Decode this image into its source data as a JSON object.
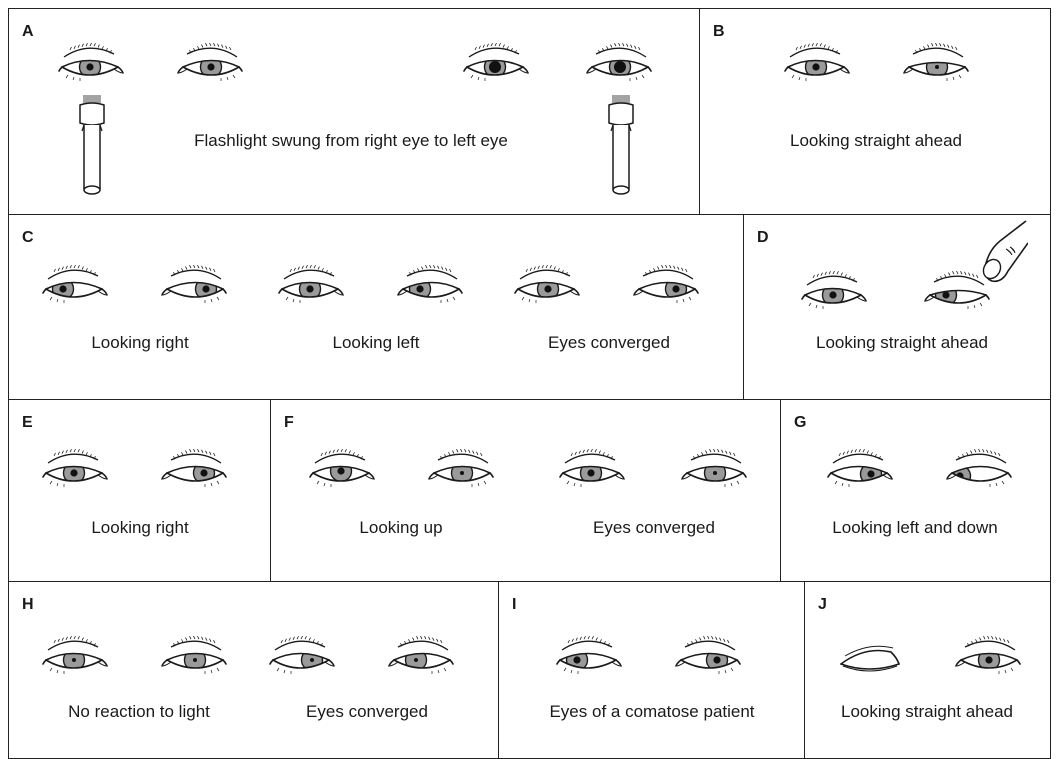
{
  "panels": {
    "A": {
      "letter": "A",
      "captions": [
        "Flashlight swung from right eye to left eye"
      ]
    },
    "B": {
      "letter": "B",
      "captions": [
        "Looking straight ahead"
      ]
    },
    "C": {
      "letter": "C",
      "captions": [
        "Looking right",
        "Looking left",
        "Eyes converged"
      ]
    },
    "D": {
      "letter": "D",
      "captions": [
        "Looking straight ahead"
      ]
    },
    "E": {
      "letter": "E",
      "captions": [
        "Looking right"
      ]
    },
    "F": {
      "letter": "F",
      "captions": [
        "Looking up",
        "Eyes converged"
      ]
    },
    "G": {
      "letter": "G",
      "captions": [
        "Looking left and down"
      ]
    },
    "H": {
      "letter": "H",
      "captions": [
        "No reaction to light",
        "Eyes converged"
      ]
    },
    "I": {
      "letter": "I",
      "captions": [
        "Eyes of a comatose patient"
      ]
    },
    "J": {
      "letter": "J",
      "captions": [
        "Looking straight ahead"
      ]
    }
  }
}
